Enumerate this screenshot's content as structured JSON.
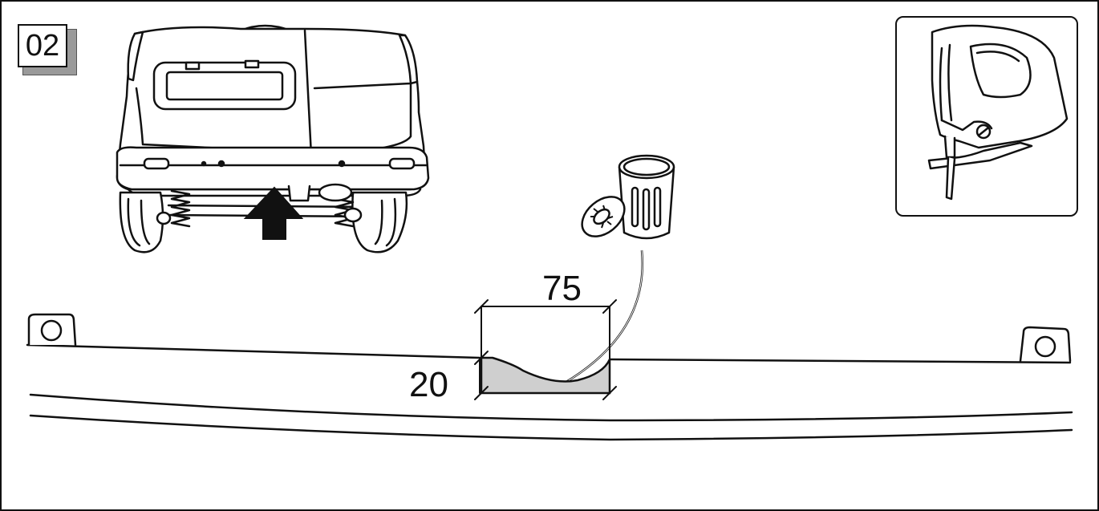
{
  "step_number": "02",
  "dimensions": {
    "width": "75",
    "depth": "20"
  },
  "icons": {
    "vehicle": "van-rear-view-icon",
    "direction": "up-arrow-icon",
    "discard": "trash-bin-icon",
    "tool": "jigsaw-icon"
  },
  "colors": {
    "line": "#111111",
    "cut_fill": "#cfcfcf",
    "badge_shadow": "#9a9a9a"
  }
}
